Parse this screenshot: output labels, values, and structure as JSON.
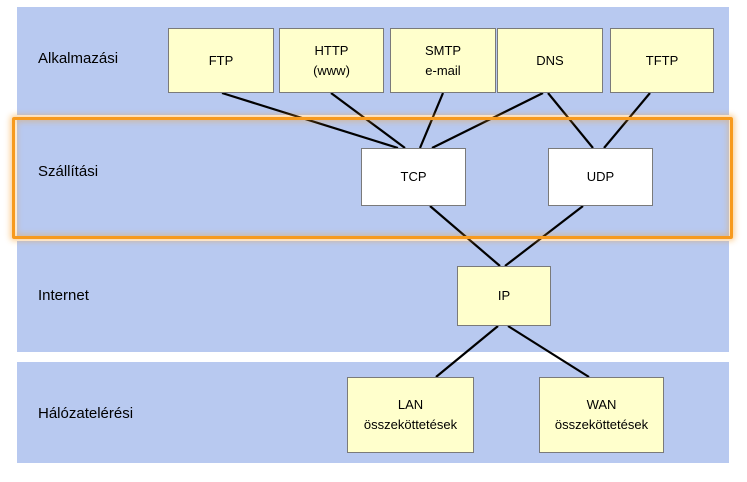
{
  "layers": {
    "application": "Alkalmazási",
    "transport": "Szállítási",
    "internet": "Internet",
    "network_access": "Hálózatelérési"
  },
  "protocols": {
    "ftp": "FTP",
    "http": "HTTP",
    "http_sub": "(www)",
    "smtp": "SMTP",
    "smtp_sub": "e-mail",
    "dns": "DNS",
    "tftp": "TFTP",
    "tcp": "TCP",
    "udp": "UDP",
    "ip": "IP",
    "lan": "LAN",
    "lan_sub": "összeköttetések",
    "wan": "WAN",
    "wan_sub": "összeköttetések"
  },
  "colors": {
    "band": "#b8c9f0",
    "box": "#ffffcc",
    "transport_box": "#ffffff",
    "highlight": "#f79a1e"
  }
}
